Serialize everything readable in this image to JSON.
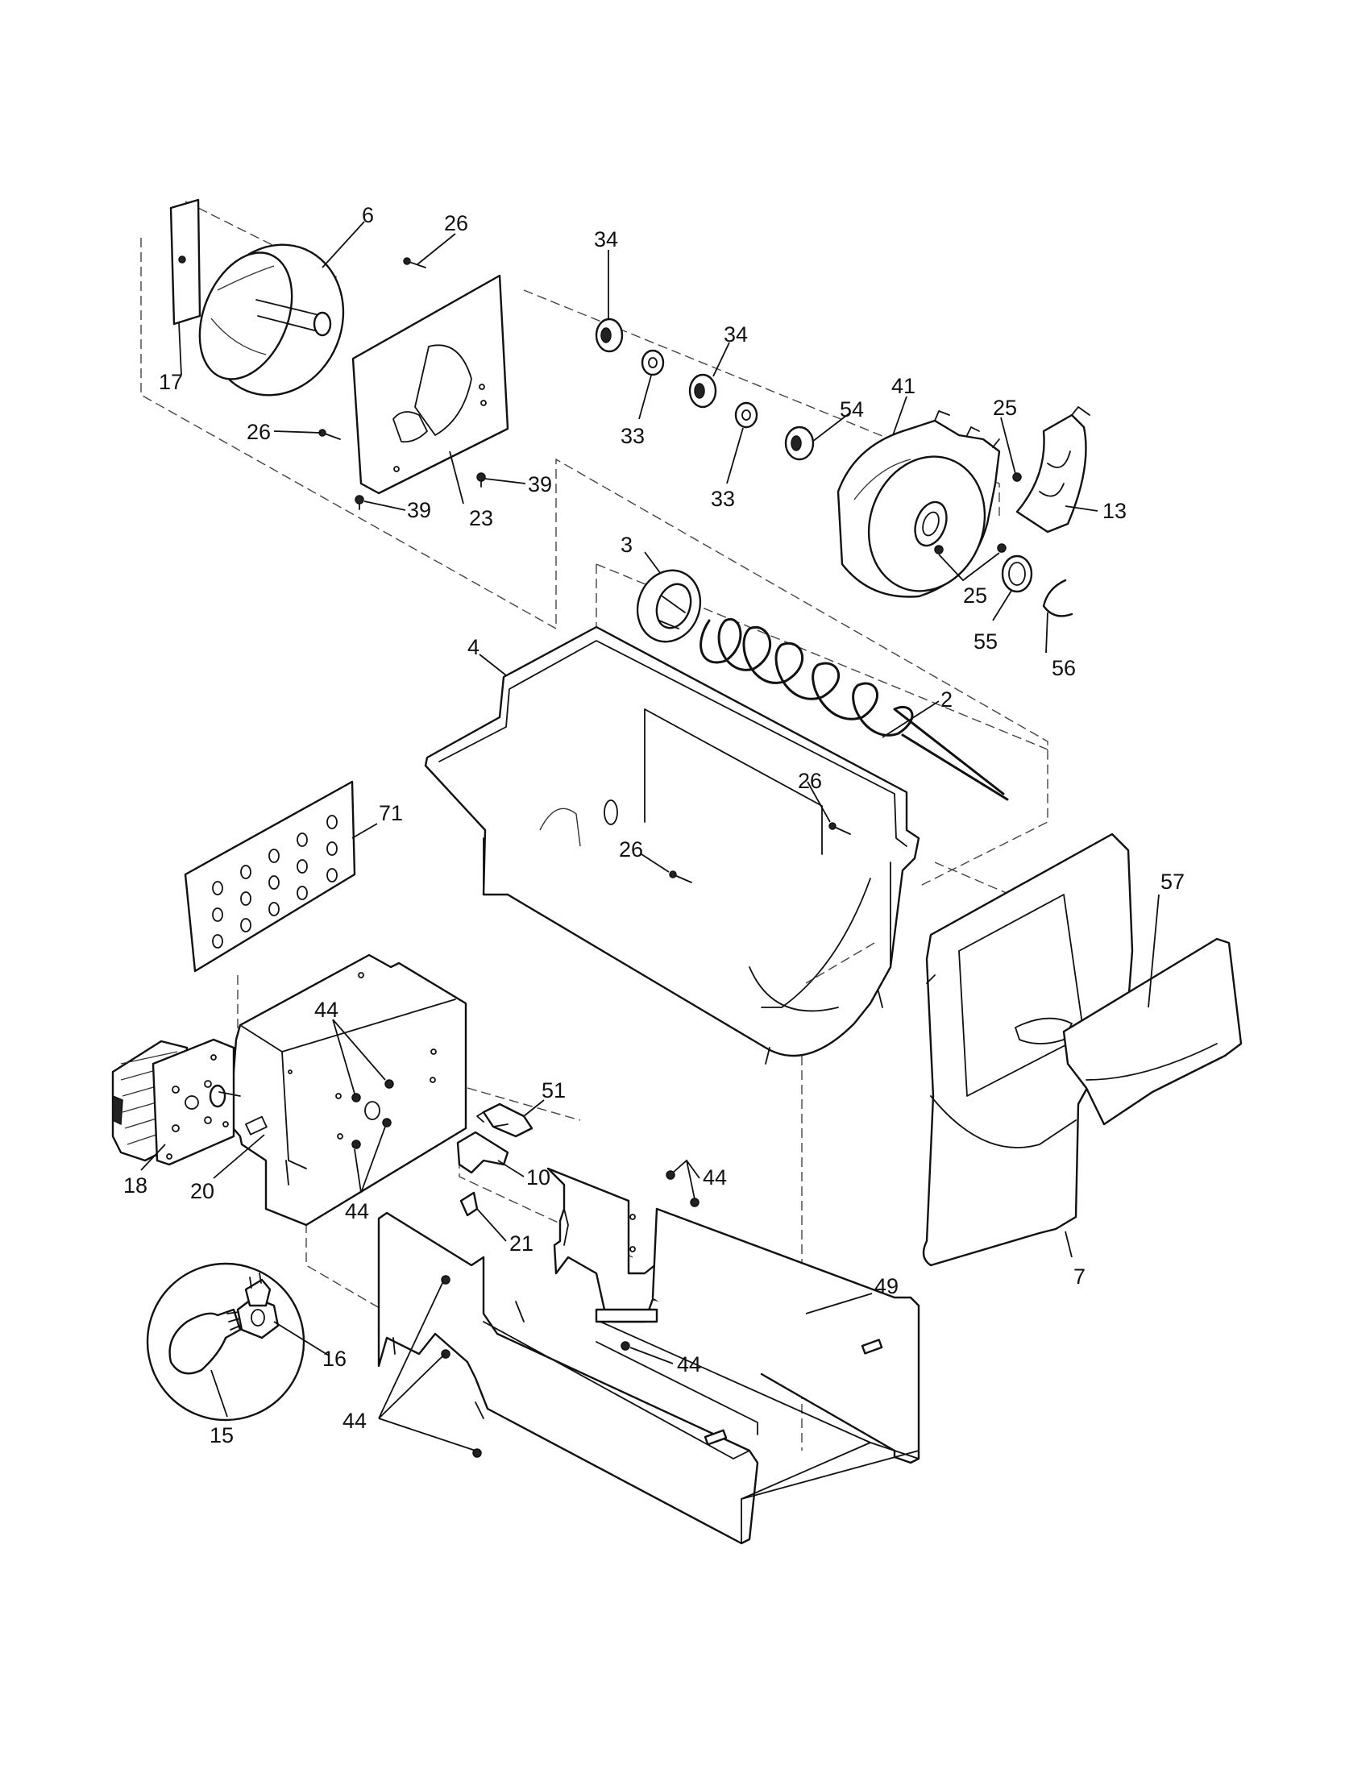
{
  "callouts": {
    "c2": "2",
    "c3": "3",
    "c4": "4",
    "c6": "6",
    "c7": "7",
    "c10": "10",
    "c13": "13",
    "c15": "15",
    "c16": "16",
    "c17": "17",
    "c18": "18",
    "c20": "20",
    "c21": "21",
    "c23": "23",
    "c25a": "25",
    "c25b": "25",
    "c26a": "26",
    "c26b": "26",
    "c26c": "26",
    "c26d": "26",
    "c33a": "33",
    "c33b": "33",
    "c34a": "34",
    "c34b": "34",
    "c39a": "39",
    "c39b": "39",
    "c41": "41",
    "c44a": "44",
    "c44b": "44",
    "c44c": "44",
    "c44d": "44",
    "c44e": "44",
    "c49": "49",
    "c51": "51",
    "c54": "54",
    "c55": "55",
    "c56": "56",
    "c57": "57",
    "c71": "71"
  }
}
